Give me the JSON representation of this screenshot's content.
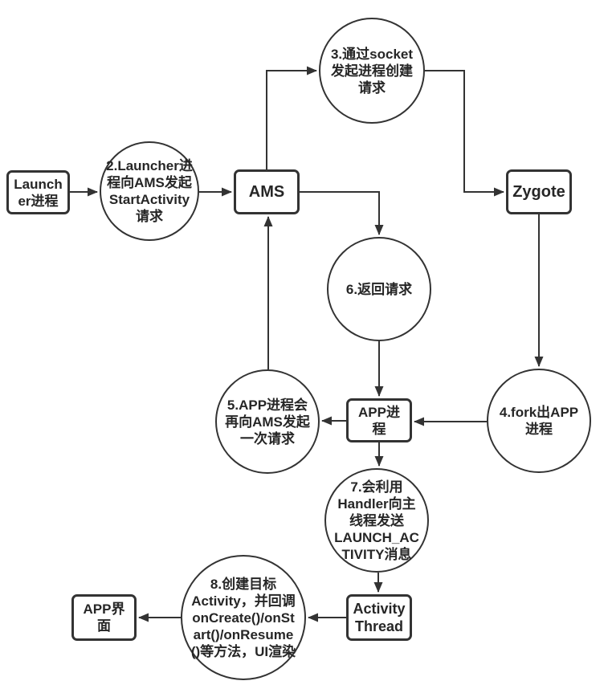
{
  "nodes": {
    "launcher": {
      "label": "Launch\ner进程",
      "shape": "rect"
    },
    "step2": {
      "label": "2.Launcher进\n程向AMS发起\nStartActivity\n请求",
      "shape": "circle"
    },
    "ams": {
      "label": "AMS",
      "shape": "rect"
    },
    "step3": {
      "label": "3.通过socket\n发起进程创建\n请求",
      "shape": "circle"
    },
    "zygote": {
      "label": "Zygote",
      "shape": "rect"
    },
    "step6": {
      "label": "6.返回请求",
      "shape": "circle"
    },
    "step4": {
      "label": "4.fork出APP\n进程",
      "shape": "circle"
    },
    "app_process": {
      "label": "APP进\n程",
      "shape": "rect"
    },
    "step5": {
      "label": "5.APP进程会\n再向AMS发起\n一次请求",
      "shape": "circle"
    },
    "step7": {
      "label": "7.会利用\nHandler向主\n线程发送\nLAUNCH_AC\nTIVITY消息",
      "shape": "circle"
    },
    "activity_thread": {
      "label": "Activity\nThread",
      "shape": "rect"
    },
    "step8": {
      "label": "8.创建目标\nActivity，并回调\nonCreate()/onSt\nart()/onResume\n()等方法，UI渲染",
      "shape": "circle"
    },
    "app_ui": {
      "label": "APP界\n面",
      "shape": "rect"
    }
  },
  "colors": {
    "stroke": "#333333",
    "text": "#262626",
    "background": "#ffffff"
  }
}
